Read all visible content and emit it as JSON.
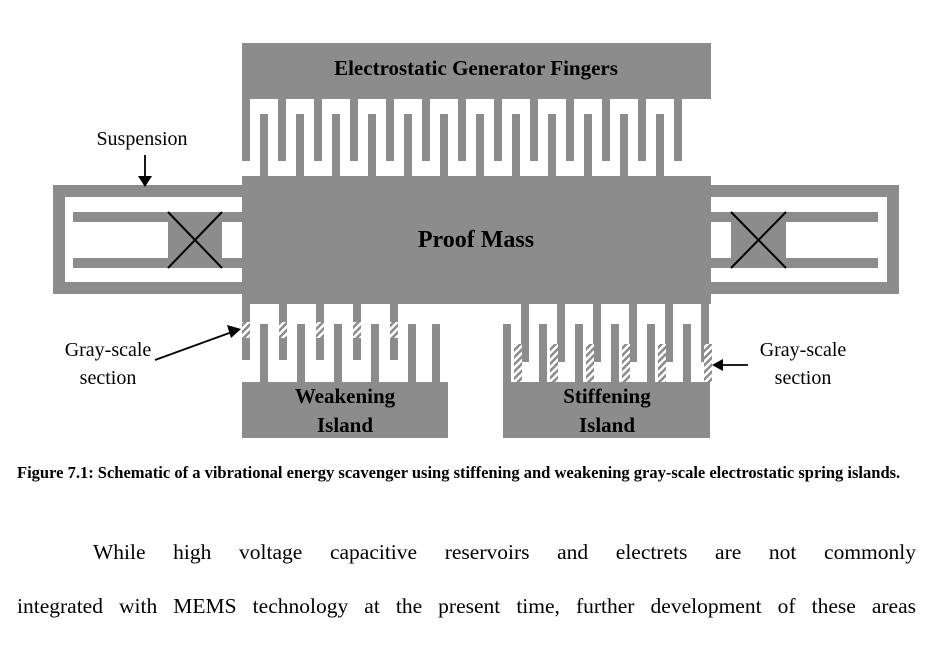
{
  "figure": {
    "labels": {
      "fingers_title": "Electrostatic Generator Fingers",
      "proof_mass": "Proof Mass",
      "suspension": "Suspension",
      "gray_scale_left": [
        "Gray-scale",
        "section"
      ],
      "gray_scale_right": [
        "Gray-scale",
        "section"
      ],
      "weakening_island": [
        "Weakening",
        "Island"
      ],
      "stiffening_island": [
        "Stiffening",
        "Island"
      ]
    },
    "colors": {
      "structure": "#8c8c8c",
      "background": "#ffffff",
      "line": "#000000",
      "hatch": "#8c8c8c"
    }
  },
  "caption": "Figure 7.1: Schematic of a vibrational energy scavenger using stiffening and weakening gray-scale electrostatic spring islands.",
  "body": {
    "line1": "While high voltage capacitive reservoirs and electrets are not commonly",
    "line2": "integrated with MEMS technology at the present time, further development of these areas"
  }
}
